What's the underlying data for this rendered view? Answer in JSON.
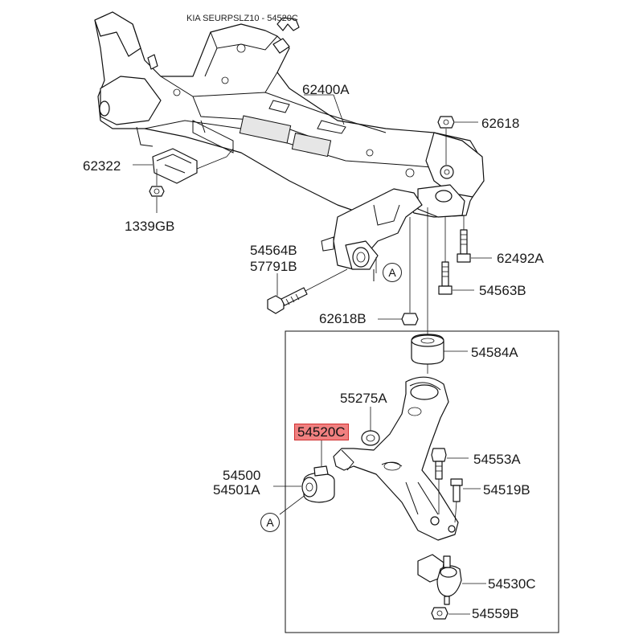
{
  "header": {
    "text": "KIA SEURPSLZ10 - 54520C"
  },
  "labels": {
    "p62400A": "62400A",
    "p62618_top": "62618",
    "p62322": "62322",
    "p1339GB": "1339GB",
    "p54564B": "54564B",
    "p57791B": "57791B",
    "p62492A": "62492A",
    "p54563B": "54563B",
    "p62618B": "62618B",
    "p54584A": "54584A",
    "p55275A": "55275A",
    "p54520C": "54520C",
    "p54500": "54500",
    "p54501A": "54501A",
    "p54553A": "54553A",
    "p54519B": "54519B",
    "p54530C": "54530C",
    "p54559B": "54559B"
  },
  "callouts": {
    "a1": "A",
    "a2": "A"
  },
  "highlight": {
    "part": "54520C",
    "color": "#f08080"
  }
}
